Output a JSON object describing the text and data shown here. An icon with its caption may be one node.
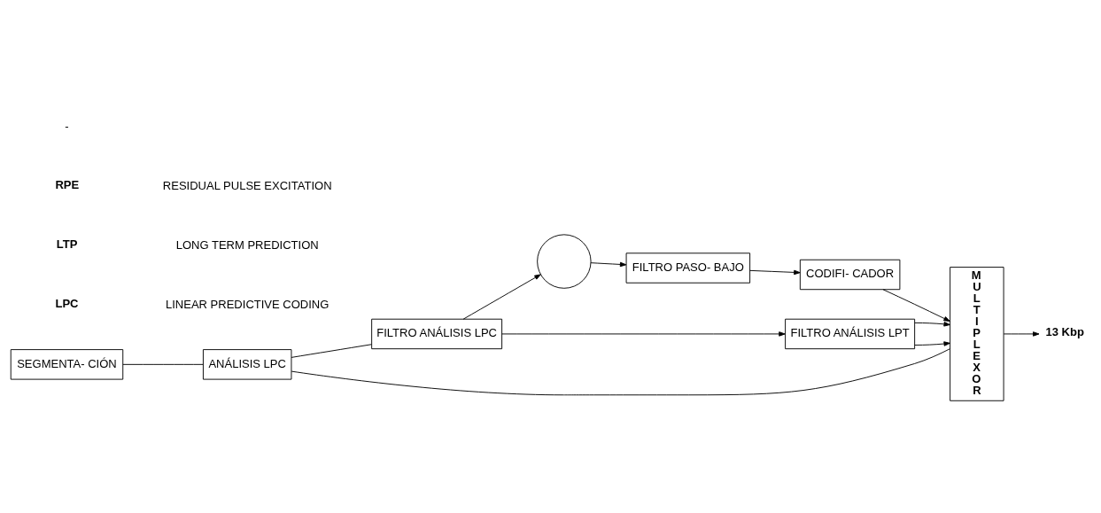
{
  "diagram": {
    "nodes": [
      {
        "text": [
          "SEGMENTA- CIÓN"
        ]
      },
      {
        "text": [
          "FILTRO ANÁLISIS LPC"
        ]
      },
      {
        "text": [],
        "shape": "circle"
      },
      {
        "text": [
          "FILTRO PASO- BAJO"
        ]
      },
      {
        "text": [
          "CODIFI- CADOR"
        ]
      },
      {
        "text": [
          "M U L T I P L E X O R"
        ]
      },
      {
        "text": [
          "FILTRO ANÁLISIS LPT"
        ]
      },
      {
        "text": [
          "ANÁLISIS LPC"
        ]
      },
      {
        "text": [
          "13 Kbp"
        ]
      }
    ],
    "edges": [
      {
        "from": 1,
        "to": 2,
        "arrow": "to"
      },
      {
        "from": 1,
        "to": 6,
        "arrow": "to"
      },
      {
        "from": 2,
        "to": 3,
        "arrow": "to"
      },
      {
        "from": 3,
        "to": 4,
        "arrow": "to"
      },
      {
        "from": 4,
        "to": 5,
        "arrow": "to"
      },
      {
        "from": 6,
        "to": 5,
        "arrow": "to"
      },
      {
        "from": 6,
        "to": 5,
        "arrow": "to"
      },
      {
        "from": 0,
        "to": 7,
        "arrow": "none"
      },
      {
        "from": 7,
        "to": 5,
        "arrow": "none"
      },
      {
        "from": 7,
        "to": 1,
        "arrow": "none"
      },
      {
        "from": 5,
        "to": 8,
        "arrow": "to"
      }
    ],
    "labels": [
      "LPC",
      "LINEAR PREDICTIVE CODING",
      "LTP",
      "LONG TERM PREDICTION",
      "RPE",
      "RESIDUAL PULSE EXCITATION",
      "-"
    ]
  }
}
